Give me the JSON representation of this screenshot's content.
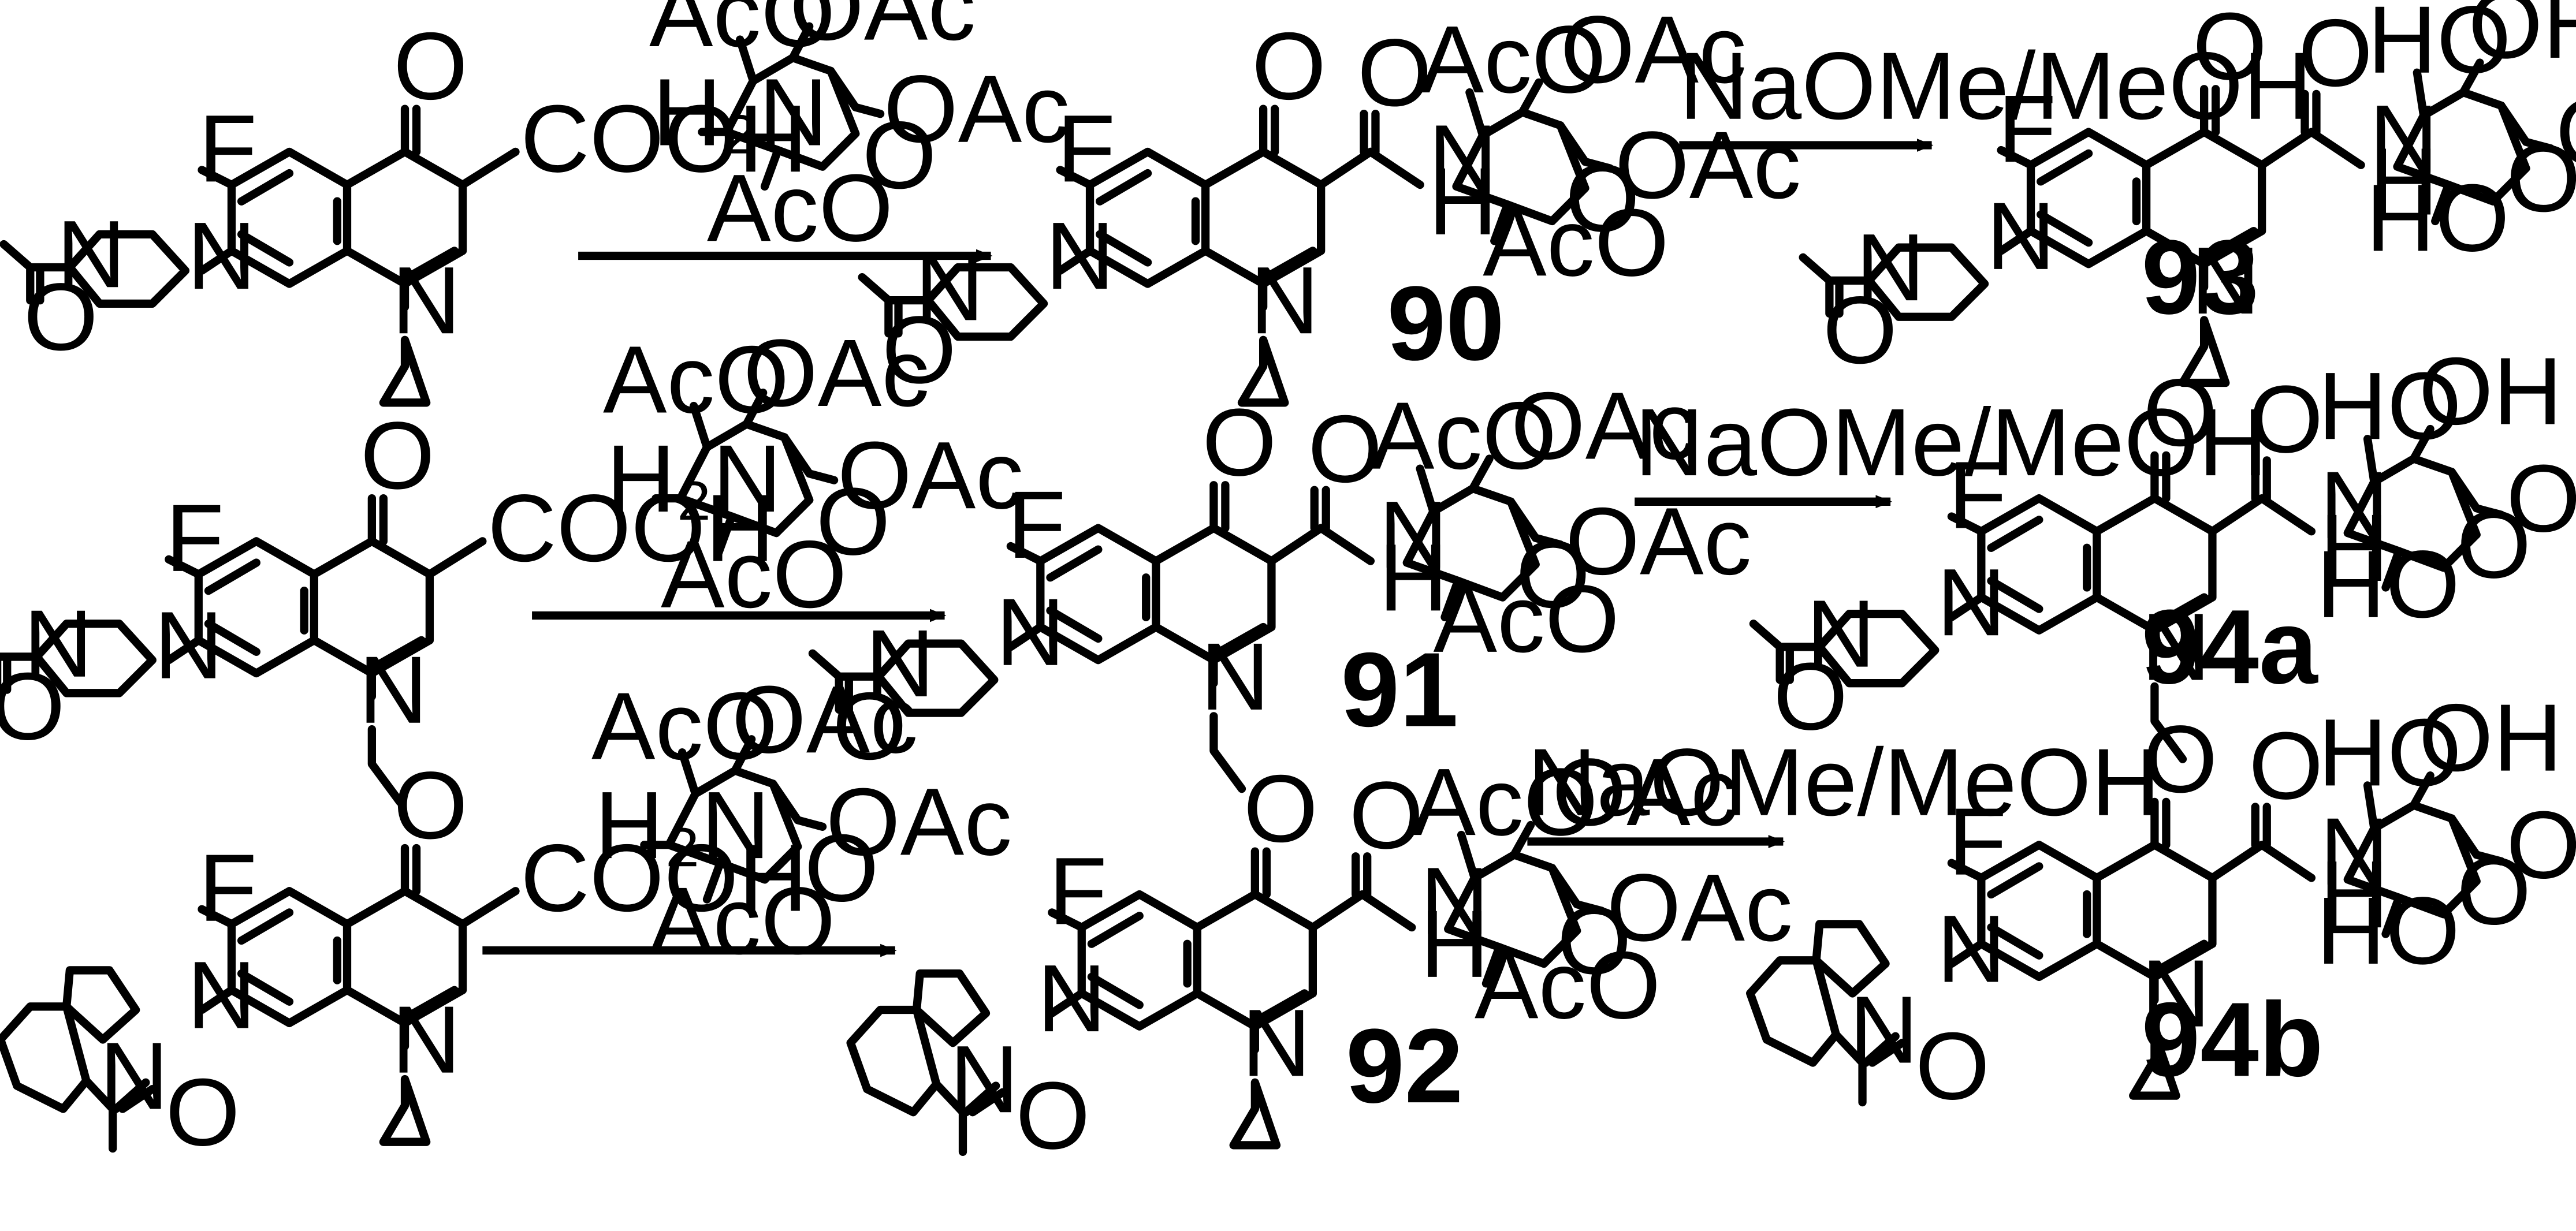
{
  "atoms": {
    "F": "F",
    "O": "O",
    "N": "N",
    "H": "H",
    "COOH": "COOH",
    "OAc": "OAc",
    "AcO": "AcO",
    "OH": "OH",
    "HO": "HO",
    "H2N": "H₂N"
  },
  "reagents": {
    "deprotection": "NaOMe/MeOH"
  },
  "compounds": {
    "c90": "90",
    "c91": "91",
    "c92": "92",
    "c93": "93",
    "c94a": "94a",
    "c94b": "94b"
  }
}
